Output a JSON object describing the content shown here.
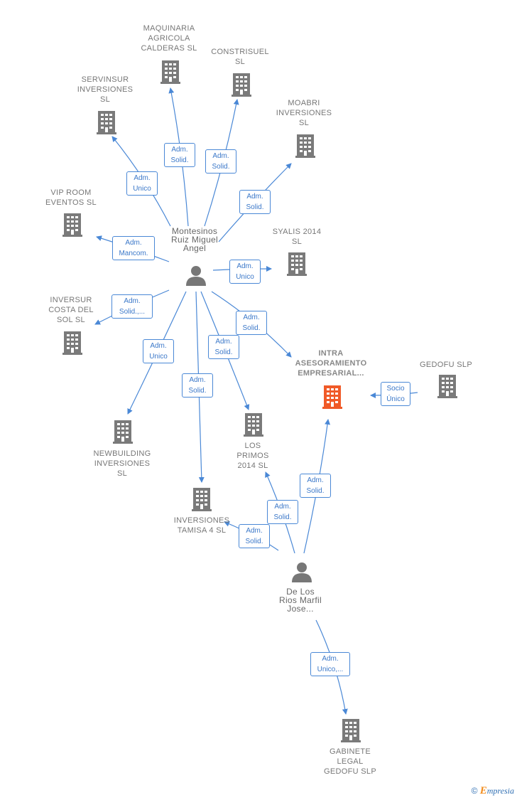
{
  "companies": [
    {
      "id": "maquinaria",
      "label": "MAQUINARIA\nAGRICOLA\nCALDERAS SL"
    },
    {
      "id": "constrisuel",
      "label": "CONSTRISUEL\nSL"
    },
    {
      "id": "servinsur",
      "label": "SERVINSUR\nINVERSIONES\nSL"
    },
    {
      "id": "moabri",
      "label": "MOABRI\nINVERSIONES\nSL"
    },
    {
      "id": "viproom",
      "label": "VIP ROOM\nEVENTOS SL"
    },
    {
      "id": "syalis",
      "label": "SYALIS 2014\nSL"
    },
    {
      "id": "inversur",
      "label": "INVERSUR\nCOSTA DEL\nSOL  SL"
    },
    {
      "id": "intra",
      "label": "INTRA\nASESORAMIENTO\nEMPRESARIAL..."
    },
    {
      "id": "gedofu",
      "label": "GEDOFU  SLP"
    },
    {
      "id": "newbuilding",
      "label": "NEWBUILDING\nINVERSIONES\nSL"
    },
    {
      "id": "losprimos",
      "label": "LOS\nPRIMOS\n2014  SL"
    },
    {
      "id": "tamisa",
      "label": "INVERSIONES\nTAMISA 4  SL"
    },
    {
      "id": "gabinete",
      "label": "GABINETE\nLEGAL\nGEDOFU  SLP"
    }
  ],
  "persons": [
    {
      "id": "montesinos",
      "label": "Montesinos\nRuiz Miguel\nAngel"
    },
    {
      "id": "delosrios",
      "label": "De Los\nRios Marfil\nJose..."
    }
  ],
  "relations": [
    {
      "id": "r_maquinaria",
      "label": "Adm.\nSolid."
    },
    {
      "id": "r_constrisuel",
      "label": "Adm.\nSolid."
    },
    {
      "id": "r_servinsur",
      "label": "Adm.\nUnico"
    },
    {
      "id": "r_moabri",
      "label": "Adm.\nSolid."
    },
    {
      "id": "r_viproom",
      "label": "Adm.\nMancom."
    },
    {
      "id": "r_syalis",
      "label": "Adm.\nUnico"
    },
    {
      "id": "r_inversur",
      "label": "Adm.\nSolid.,..."
    },
    {
      "id": "r_intra",
      "label": "Adm.\nSolid."
    },
    {
      "id": "r_newbuilding",
      "label": "Adm.\nUnico"
    },
    {
      "id": "r_losprimos_m",
      "label": "Adm.\nSolid."
    },
    {
      "id": "r_tamisa_m",
      "label": "Adm.\nSolid."
    },
    {
      "id": "r_gedofu",
      "label": "Socio\nÚnico"
    },
    {
      "id": "r_intra_d",
      "label": "Adm.\nSolid."
    },
    {
      "id": "r_losprimos_d",
      "label": "Adm.\nSolid."
    },
    {
      "id": "r_tamisa_d",
      "label": "Adm.\nSolid."
    },
    {
      "id": "r_gabinete",
      "label": "Adm.\nUnico,..."
    }
  ],
  "colors": {
    "edge": "#4a88d6",
    "building": "#7a7a7a",
    "highlight": "#f05a28",
    "person": "#777777"
  },
  "footer": {
    "copyright": "©",
    "brand_initial": "E",
    "brand_rest": "mpresia"
  }
}
